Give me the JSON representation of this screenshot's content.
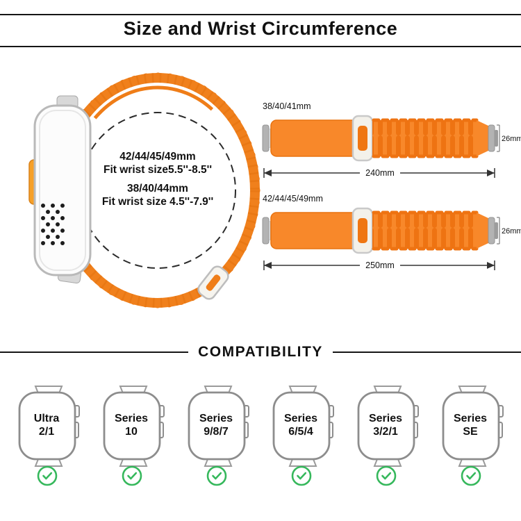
{
  "header": {
    "title": "Size and Wrist Circumference"
  },
  "size_circle": {
    "line1": "42/44/45/49mm",
    "line2": "Fit wrist size5.5''-8.5''",
    "line3": "38/40/44mm",
    "line4": "Fit wrist size 4.5''-7.9''"
  },
  "bands": [
    {
      "size_label": "38/40/41mm",
      "width": "26mm",
      "length": "240mm"
    },
    {
      "size_label": "42/44/45/49mm",
      "width": "26mm",
      "length": "250mm"
    }
  ],
  "compatibility": {
    "heading": "COMPATIBILITY",
    "models": [
      {
        "line1": "Ultra",
        "line2": "2/1"
      },
      {
        "line1": "Series",
        "line2": "10"
      },
      {
        "line1": "Series",
        "line2": "9/8/7"
      },
      {
        "line1": "Series",
        "line2": "6/5/4"
      },
      {
        "line1": "Series",
        "line2": "3/2/1"
      },
      {
        "line1": "Series",
        "line2": "SE"
      }
    ]
  },
  "icons": {
    "compatible_check": "green-checkmark-circle"
  },
  "colors": {
    "band_orange": "#f0801c",
    "band_orange_dark": "#e06e0c",
    "check_green": "#36b85c",
    "line_black": "#151515",
    "action_button_orange": "#f6a028"
  }
}
